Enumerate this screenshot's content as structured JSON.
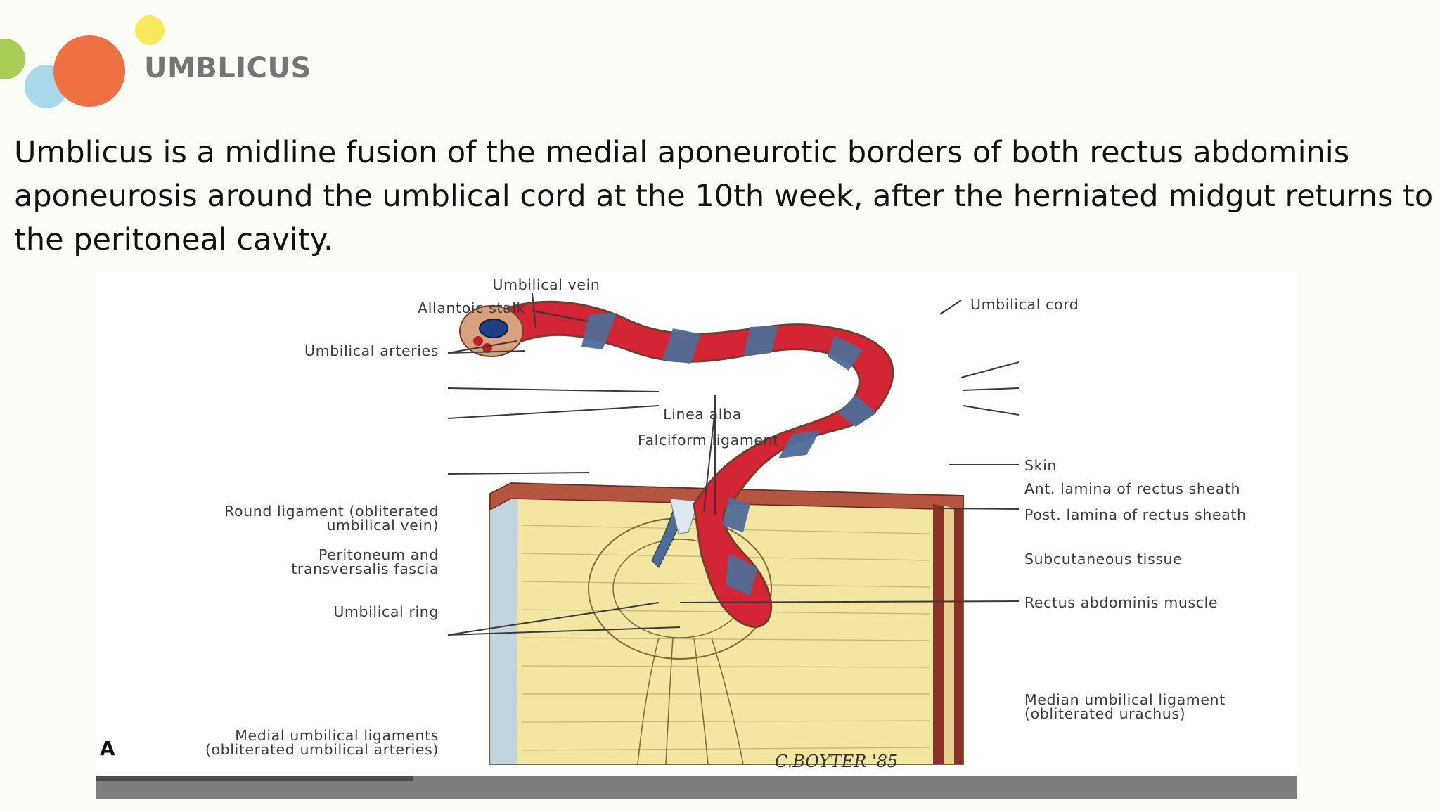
{
  "slide": {
    "title": "UMBLICUS",
    "body_lines": [
      "Umblicus is a midline fusion of the medial aponeurotic borders of both rectus abdominis",
      "aponeurosis around the umblical cord at the 10th week, after the herniated midgut returns to",
      "the peritoneal cavity."
    ],
    "accent_colors": {
      "green": "#a9cd57",
      "yellow": "#f8e85c",
      "blue": "#a9d8e8",
      "orange": "#ee7043"
    }
  },
  "figure": {
    "panel_letter": "A",
    "signature": "C.BOYTER '85",
    "labels": {
      "umbilical_vein": "Umbilical vein",
      "allantoic_stalk": "Allantoic stalk",
      "umbilical_arteries": "Umbilical arteries",
      "umbilical_cord": "Umbilical cord",
      "linea_alba": "Linea alba",
      "falciform_ligament": "Falciform ligament",
      "skin": "Skin",
      "ant_lamina": "Ant. lamina of rectus sheath",
      "post_lamina": "Post. lamina of rectus sheath",
      "round_ligament_1": "Round ligament (obliterated",
      "round_ligament_2": "umbilical vein)",
      "peritoneum_1": "Peritoneum and",
      "peritoneum_2": "transversalis fascia",
      "subcutaneous": "Subcutaneous tissue",
      "umbilical_ring": "Umbilical ring",
      "rectus_muscle": "Rectus abdominis muscle",
      "median_lig_1": "Median umbilical ligament",
      "median_lig_2": "(obliterated urachus)",
      "medial_ligs_1": "Medial umbilical ligaments",
      "medial_ligs_2": "(obliterated umbilical arteries)"
    },
    "colors": {
      "tissue_yellow": "#f3e6a2",
      "artery_red": "#d42534",
      "vein_blue": "#4f6c96",
      "cord_tan": "#d9a07c",
      "muscle_red": "#8b2f2a",
      "fascia_blue": "#bcd3e6"
    }
  }
}
